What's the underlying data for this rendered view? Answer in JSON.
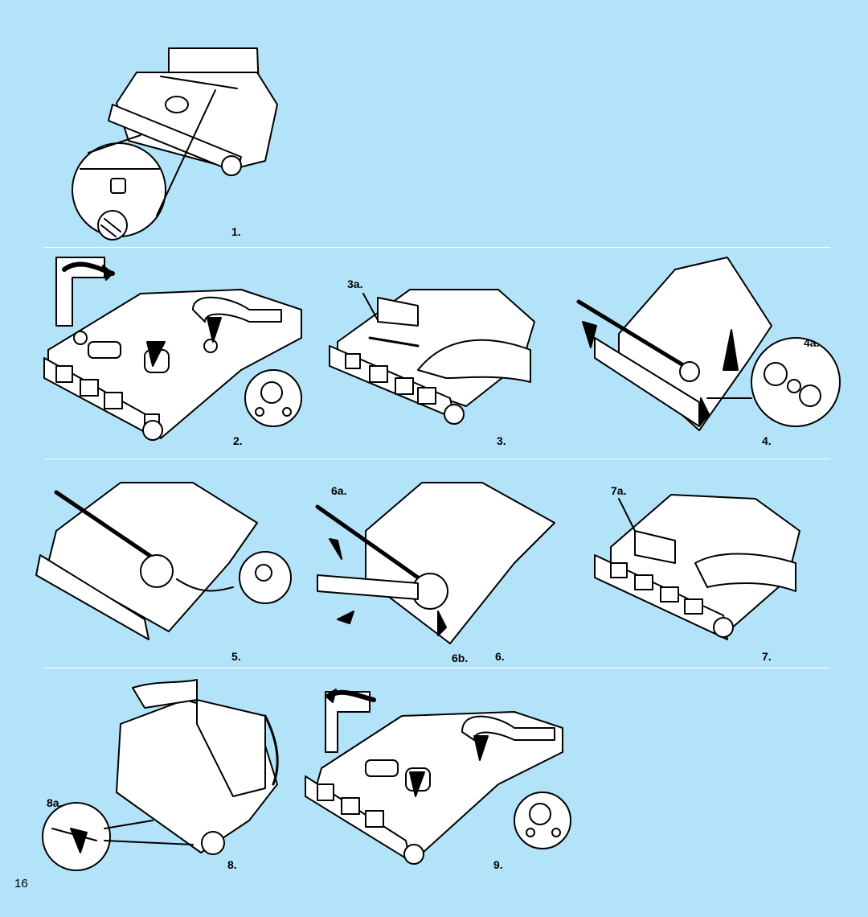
{
  "page": {
    "number": "16",
    "background": "#b3e3f8"
  },
  "steps": [
    {
      "label": "1."
    },
    {
      "label": "2."
    },
    {
      "label": "3.",
      "callout": "3a."
    },
    {
      "label": "4.",
      "callout": "4a."
    },
    {
      "label": "5."
    },
    {
      "label": "6.",
      "callouts": [
        "6a.",
        "6b."
      ]
    },
    {
      "label": "7.",
      "callout": "7a."
    },
    {
      "label": "8.",
      "callout": "8a."
    },
    {
      "label": "9."
    }
  ]
}
